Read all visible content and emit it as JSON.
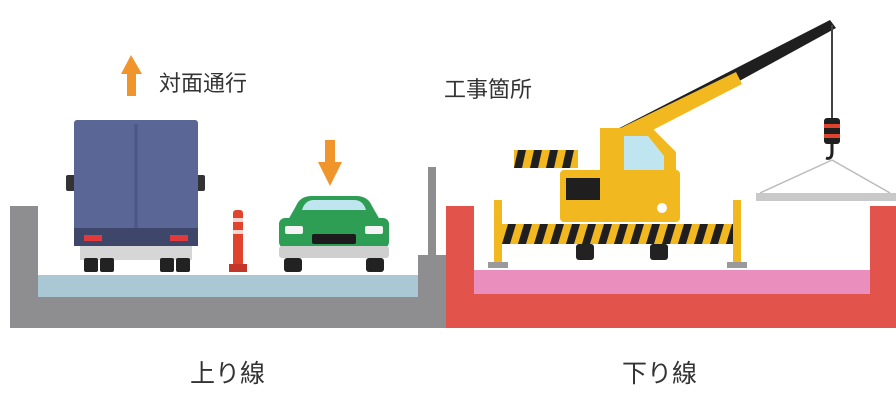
{
  "labels": {
    "two_way": "対面通行",
    "construction": "工事箇所",
    "up_line": "上り線",
    "down_line": "下り線"
  },
  "colors": {
    "up_road_base": "#8e8e90",
    "up_road_surface": "#a9c8d3",
    "down_road_base": "#e2534b",
    "down_road_surface": "#ea8fbd",
    "arrow": "#f0952b",
    "truck": "#5a6796",
    "car": "#2e9e55",
    "crane": "#f1b91f",
    "pole": "#e0432e"
  },
  "icons": [
    "up-arrow-icon",
    "down-arrow-icon",
    "truck-icon",
    "car-icon",
    "traffic-pole-icon",
    "crane-icon",
    "crane-hook-icon"
  ]
}
